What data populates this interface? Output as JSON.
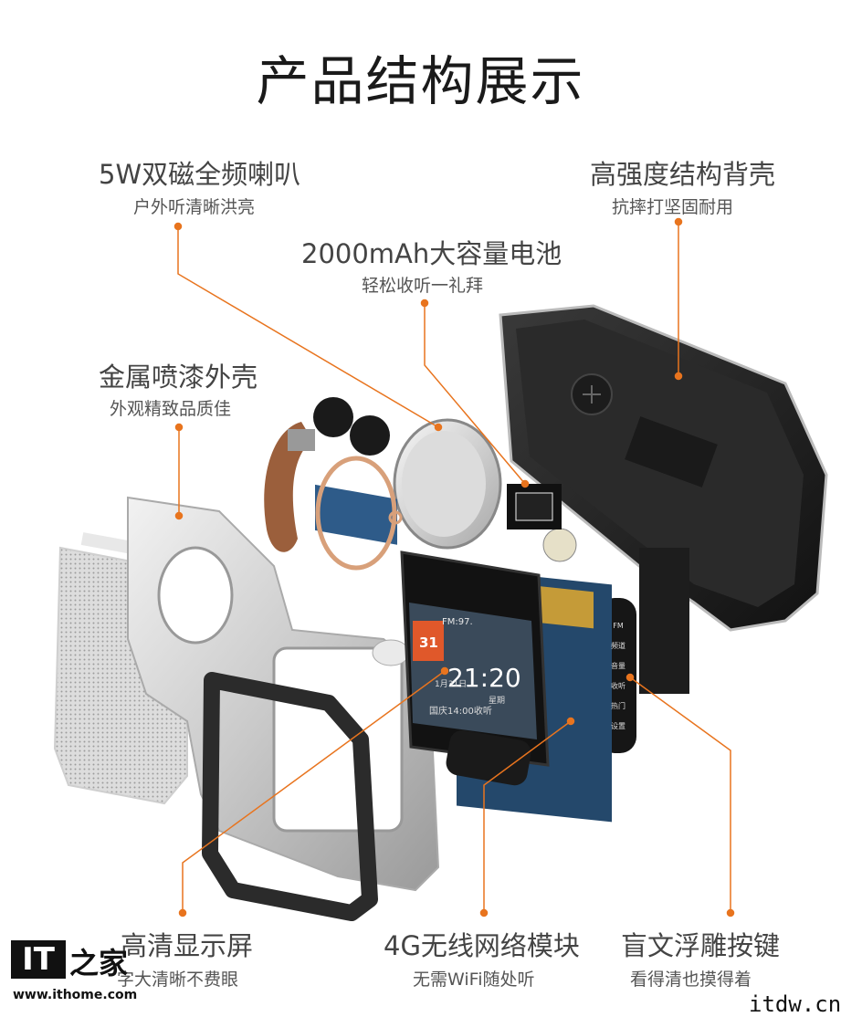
{
  "title": "产品结构展示",
  "callouts": [
    {
      "id": "speaker",
      "label": "5W双磁全频喇叭",
      "sub": "户外听清晰洪亮"
    },
    {
      "id": "backshell",
      "label": "高强度结构背壳",
      "sub": "抗摔打坚固耐用"
    },
    {
      "id": "battery",
      "label": "2000mAh大容量电池",
      "sub": "轻松收听一礼拜"
    },
    {
      "id": "metalshell",
      "label": "金属喷漆外壳",
      "sub": "外观精致品质佳"
    },
    {
      "id": "display",
      "label": "高清显示屏",
      "sub": "字大清晰不费眼"
    },
    {
      "id": "network",
      "label": "4G无线网络模块",
      "sub": "无需WiFi随处听"
    },
    {
      "id": "buttons",
      "label": "盲文浮雕按键",
      "sub": "看得清也摸得着"
    }
  ],
  "screen": {
    "date": "31",
    "time": "21:20",
    "freq": "FM:97.",
    "day": "星期",
    "line2": "1月31日",
    "line3": "国庆14:00收听"
  },
  "keys": [
    "FM",
    "频道",
    "音量",
    "收听",
    "热门",
    "设置"
  ],
  "logo": {
    "brand": "IT",
    "name": "之家",
    "url": "www.ithome.com"
  },
  "watermark": "itdw.cn",
  "colors": {
    "accent": "#e8741e",
    "line": "#e8741e"
  }
}
